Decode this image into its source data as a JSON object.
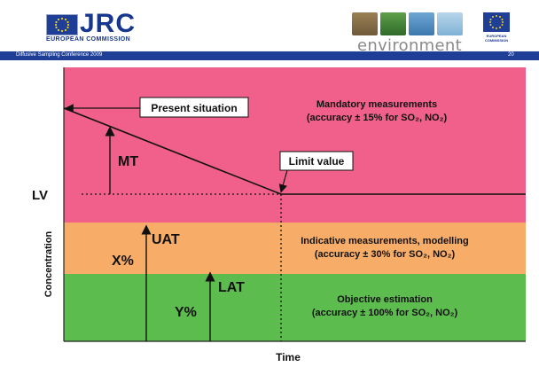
{
  "header": {
    "jrc_logo": "JRC",
    "european_commission": "EUROPEAN COMMISSION",
    "environment_label": "environment",
    "eu_badge_text": "EUROPEAN COMMISSION",
    "conference": "Diffusive Sampling Conference 2009",
    "page_number": "20"
  },
  "diagram": {
    "zones": [
      {
        "title": "Mandatory measurements",
        "detail": "(accuracy ± 15% for SO₂, NO₂)"
      },
      {
        "title": "Indicative measurements, modelling",
        "detail": "(accuracy ± 30% for SO₂, NO₂)"
      },
      {
        "title": "Objective estimation",
        "detail": "(accuracy ± 100% for SO₂, NO₂)"
      }
    ],
    "labels": {
      "present_situation": "Present situation",
      "limit_value": "Limit value",
      "lv": "LV",
      "mt": "MT",
      "uat": "UAT",
      "x_pct": "X%",
      "lat": "LAT",
      "y_pct": "Y%"
    },
    "x_axis_label": "Time",
    "y_axis_label": "Concentration"
  },
  "colors": {
    "mandatory_zone": "#f0608a",
    "indicative_zone": "#f7ad68",
    "objective_zone": "#5cbc4e",
    "header_blue": "#1f3f97"
  }
}
